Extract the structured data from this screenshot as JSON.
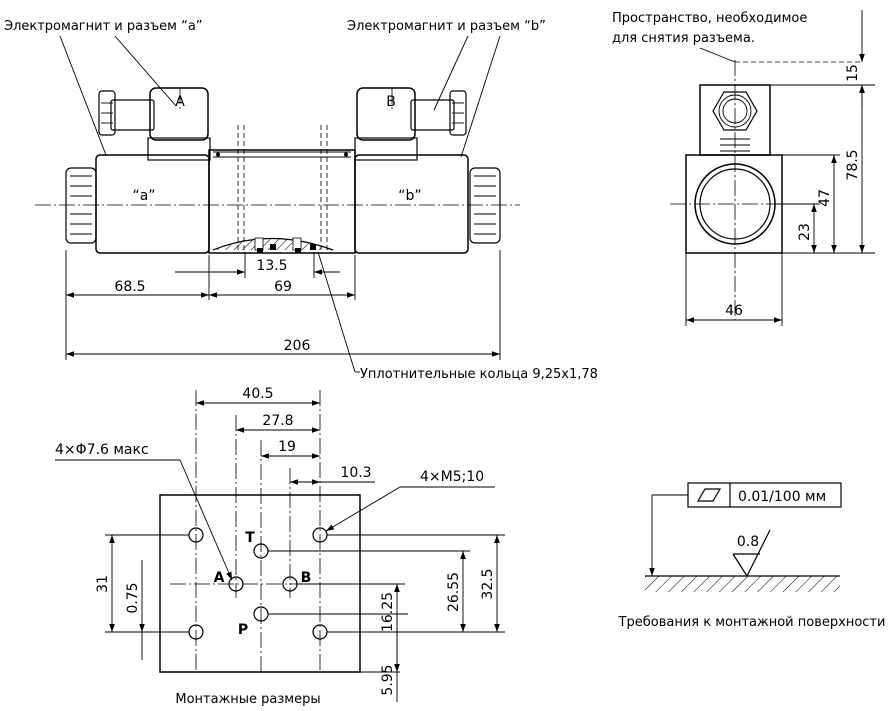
{
  "labels": {
    "solenoid_a": "Электромагнит и разъем “a”",
    "solenoid_b": "Электромагнит и разъем “b”",
    "space_note_line1": "Пространство, необходимое",
    "space_note_line2": "для снятия разъема.",
    "connector_a": "A",
    "connector_b": "B",
    "coil_a": "“a”",
    "coil_b": "“b”",
    "seals": "Уплотнительные кольца 9,25x1,78",
    "mounting_caption": "Монтажные размеры",
    "surface_caption": "Требования к монтажной поверхности",
    "port_T": "T",
    "port_A": "A",
    "port_B": "B",
    "port_P": "P",
    "holes_note": "4×Φ7.6 макс",
    "thread_note": "4×M5;10",
    "flatness_value": "0.01/100 мм",
    "roughness_value": "0.8"
  },
  "dims": {
    "d_13_5": "13.5",
    "d_68_5": "68.5",
    "d_69": "69",
    "d_206": "206",
    "d_15": "15",
    "d_78_5": "78.5",
    "d_47": "47",
    "d_23": "23",
    "d_46": "46",
    "d_40_5": "40.5",
    "d_27_8": "27.8",
    "d_19": "19",
    "d_10_3": "10.3",
    "d_31": "31",
    "d_0_75": "0.75",
    "d_16_25": "16.25",
    "d_26_55": "26.55",
    "d_32_5": "32.5",
    "d_5_95": "5.95"
  }
}
